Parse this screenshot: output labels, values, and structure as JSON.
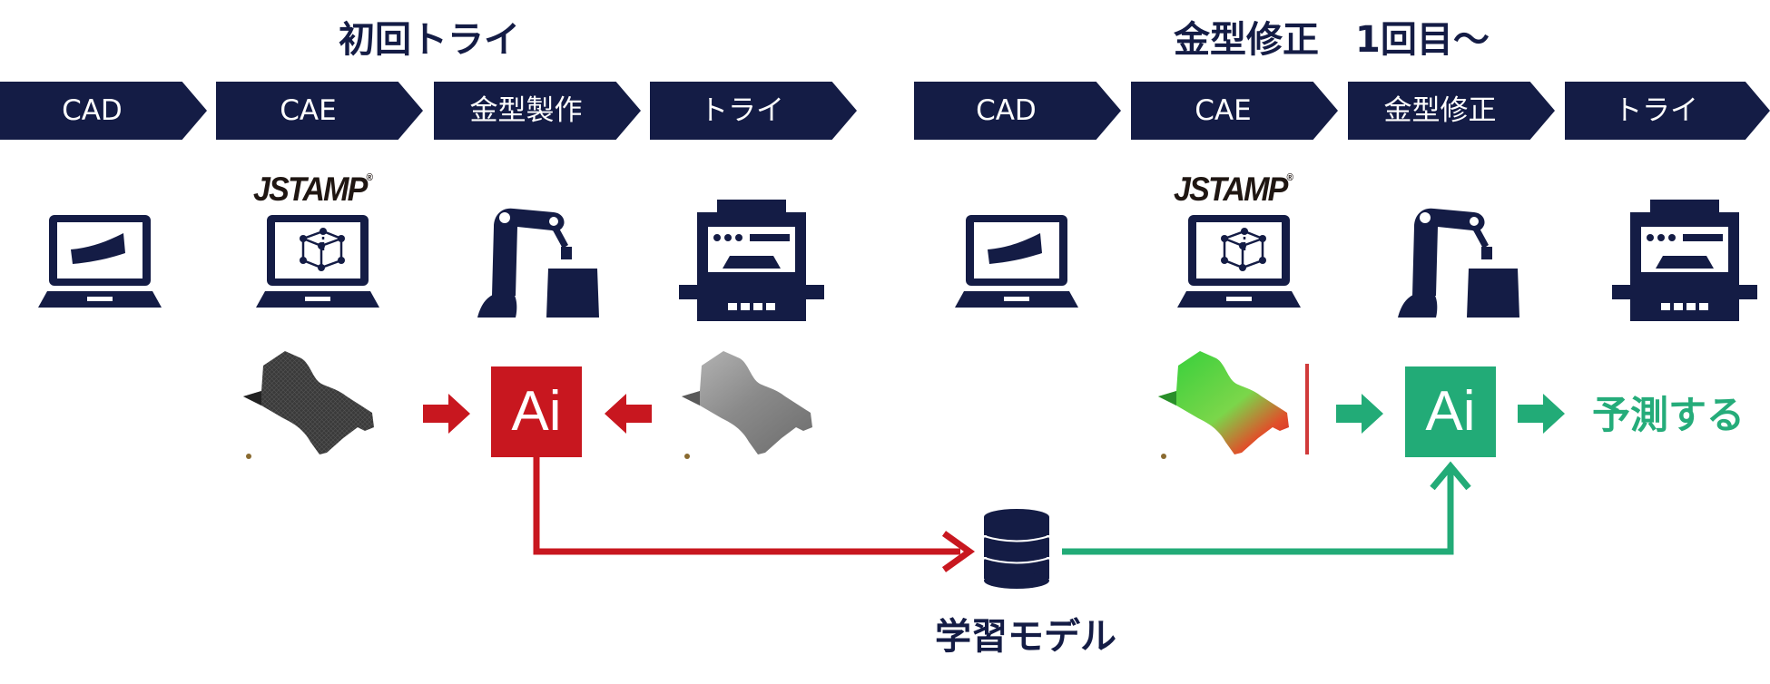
{
  "phases": {
    "first_trial": "初回トライ",
    "die_fix": "金型修正　1回目～"
  },
  "steps_left": [
    "CAD",
    "CAE",
    "金型製作",
    "トライ"
  ],
  "steps_right": [
    "CAD",
    "CAE",
    "金型修正",
    "トライ"
  ],
  "logo_text": "JSTAMP",
  "logo_mark": "®",
  "ai_label": "Ai",
  "predict_label": "予測する",
  "model_label": "学習モデル",
  "colors": {
    "navy": "#141c45",
    "red": "#c8171f",
    "green": "#22ab77"
  },
  "icons": [
    "laptop-curve-icon",
    "laptop-cube-icon",
    "robot-arm-icon",
    "press-machine-icon",
    "database-icon",
    "part-mesh-icon",
    "part-gray-icon",
    "part-heatmap-icon"
  ]
}
